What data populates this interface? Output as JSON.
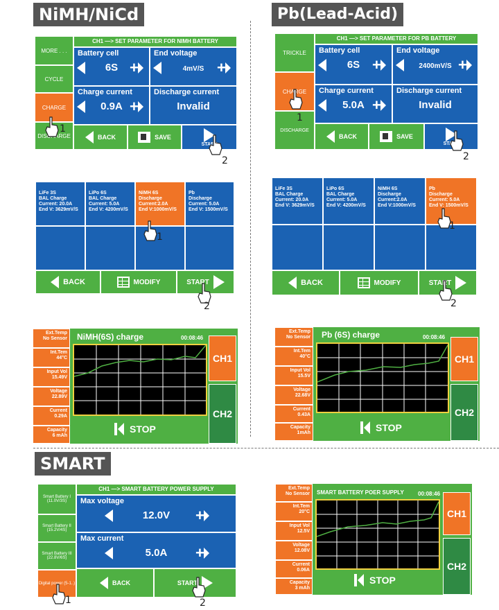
{
  "sections": {
    "nimh": "NiMH/NiCd",
    "pb": "Pb(Lead-Acid)",
    "smart": "SMART"
  },
  "screen1": {
    "header": "CH1 —> SET PARAMETER FOR NIMH BATTERY",
    "side": [
      "MORE . . .",
      "CYCLE",
      "CHARGE",
      "DISCHARGE"
    ],
    "cells": [
      {
        "label": "Battery cell",
        "value": "6S"
      },
      {
        "label": "End voltage",
        "value": "4mV/S"
      },
      {
        "label": "Charge current",
        "value": "0.9A"
      },
      {
        "label": "Discharge current",
        "value": "Invalid"
      }
    ],
    "back": "BACK",
    "save": "SAVE",
    "start": "START"
  },
  "screen2": {
    "header": "CH1 —> SET PARAMETER FOR PB BATTERY",
    "side": [
      "TRICKLE",
      "CHARGE",
      "DISCHARGE"
    ],
    "cells": [
      {
        "label": "Battery cell",
        "value": "6S"
      },
      {
        "label": "End voltage",
        "value": "2400mV/S"
      },
      {
        "label": "Charge current",
        "value": "5.0A"
      },
      {
        "label": "Discharge current",
        "value": "Invalid"
      }
    ],
    "back": "BACK",
    "save": "SAVE",
    "start": "START"
  },
  "screen3": {
    "tiles": [
      [
        "LiFe 3S",
        "BAL Charge",
        "Current: 20.0A",
        "End V: 3629mV/S"
      ],
      [
        "LiPo 6S",
        "BAL Charge",
        "Current: 5.0A",
        "End V: 4200mV/S"
      ],
      [
        "NiMH  6S",
        "Discharge",
        "Current:2.0A",
        "End V:1000mV/S"
      ],
      [
        "Pb",
        "Discharge",
        "Current: 5.0A",
        "End V:  1500mV/S"
      ]
    ],
    "back": "BACK",
    "modify": "MODIFY",
    "start": "START"
  },
  "screen4": {
    "tiles": [
      [
        "LiFe 3S",
        "BAL Charge",
        "Current: 20.0A",
        "End V: 3629mV/S"
      ],
      [
        "LiPo 6S",
        "BAL Charge",
        "Current: 5.0A",
        "End V: 4200mV/S"
      ],
      [
        "NiMH  6S",
        "Discharge",
        "Current:2.0A",
        "End V:1000mV/S"
      ],
      [
        "Pb",
        "Discharge",
        "Current: 5.0A",
        "End V:  1500mV/S"
      ]
    ],
    "back": "BACK",
    "modify": "MODIFY",
    "start": "START"
  },
  "screen5": {
    "title": "NiMH(6S)  charge",
    "time": "00:08:46",
    "readouts": [
      [
        "Ext.Temp",
        "No Sensor"
      ],
      [
        "Int.Tem",
        "44°C"
      ],
      [
        "Input Vol",
        "15.49V"
      ],
      [
        "Voltage",
        "22.89V"
      ],
      [
        "Current",
        "0.29A"
      ],
      [
        "Capacity",
        "6 mAh"
      ]
    ],
    "stop": "STOP",
    "ch1": "CH1",
    "ch2": "CH2"
  },
  "screen6": {
    "title": "Pb (6S)  charge",
    "time": "00:08:46",
    "readouts": [
      [
        "Ext.Temp",
        "No Sensor"
      ],
      [
        "Int.Tem",
        "40°C"
      ],
      [
        "Input Vol",
        "15.5V"
      ],
      [
        "Voltage",
        "22.68V"
      ],
      [
        "Current",
        "0.43A"
      ],
      [
        "Capacity",
        "1mAh"
      ]
    ],
    "stop": "STOP",
    "ch1": "CH1",
    "ch2": "CH2"
  },
  "screen7": {
    "header": "CH1 —> SMART BATTERY POWER SUPPLY",
    "side": [
      "Smart Battery I (11.0V/3S)",
      "Smart Battery II (15.2V/4S)",
      "Smart Battery III (22.8V/6S)",
      "Digital power (5-1..)"
    ],
    "cells": [
      {
        "label": "Max voltage",
        "value": "12.0V"
      },
      {
        "label": "Max current",
        "value": "5.0A"
      }
    ],
    "back": "BACK",
    "start": "START"
  },
  "screen8": {
    "title": "SMART BATTERY POER SUPPLY",
    "time": "00:08:46",
    "readouts": [
      [
        "Ext.Temp",
        "No Sensor"
      ],
      [
        "Int.Tem",
        "20°C"
      ],
      [
        "Input Vol",
        "12.5V"
      ],
      [
        "Voltage",
        "12.08V"
      ],
      [
        "Current",
        "0.06A"
      ],
      [
        "Capacity",
        "3 mAh"
      ]
    ],
    "stop": "STOP",
    "ch1": "CH1",
    "ch2": "CH2"
  },
  "steps": {
    "one": "1",
    "two": "2"
  }
}
